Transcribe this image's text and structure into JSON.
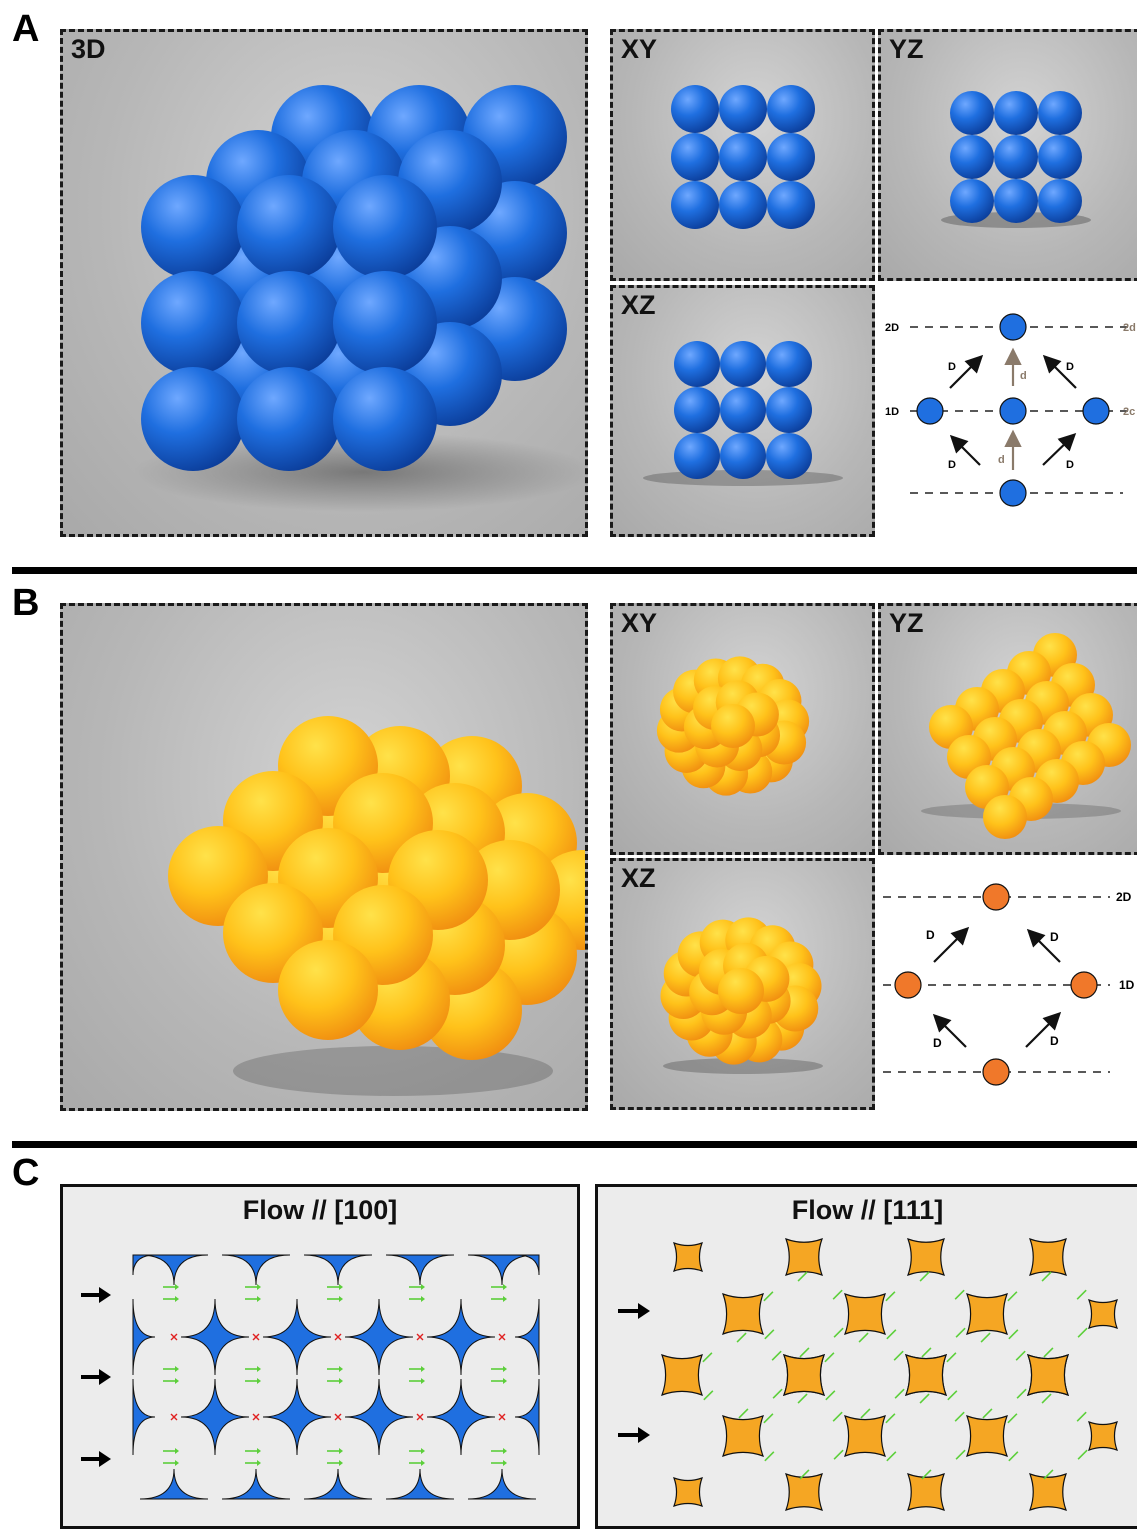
{
  "panels": {
    "a": {
      "letter": "A",
      "view_3d": "3D",
      "view_xy": "XY",
      "view_yz": "YZ",
      "view_xz": "XZ"
    },
    "b": {
      "letter": "B",
      "view_xy": "XY",
      "view_yz": "YZ",
      "view_xz": "XZ"
    },
    "c": {
      "letter": "C"
    }
  },
  "diagram_a": {
    "label_2D_left": "2D",
    "label_2d_right": "2d",
    "label_1D_left": "1D",
    "label_2c_right": "2c",
    "arrow_D": "D",
    "arrow_d": "d"
  },
  "diagram_b": {
    "label_2D_right": "2D",
    "label_1D_right": "1D",
    "arrow_D": "D"
  },
  "flow": {
    "left_title": "Flow // [100]",
    "right_title": "Flow // [111]"
  },
  "colors": {
    "blue": "#1f6fe0",
    "orange": "#f5a623",
    "yellow": "#ffc21a",
    "flow_arrow": "#5ccf3a",
    "stagnation": "#e02020"
  }
}
